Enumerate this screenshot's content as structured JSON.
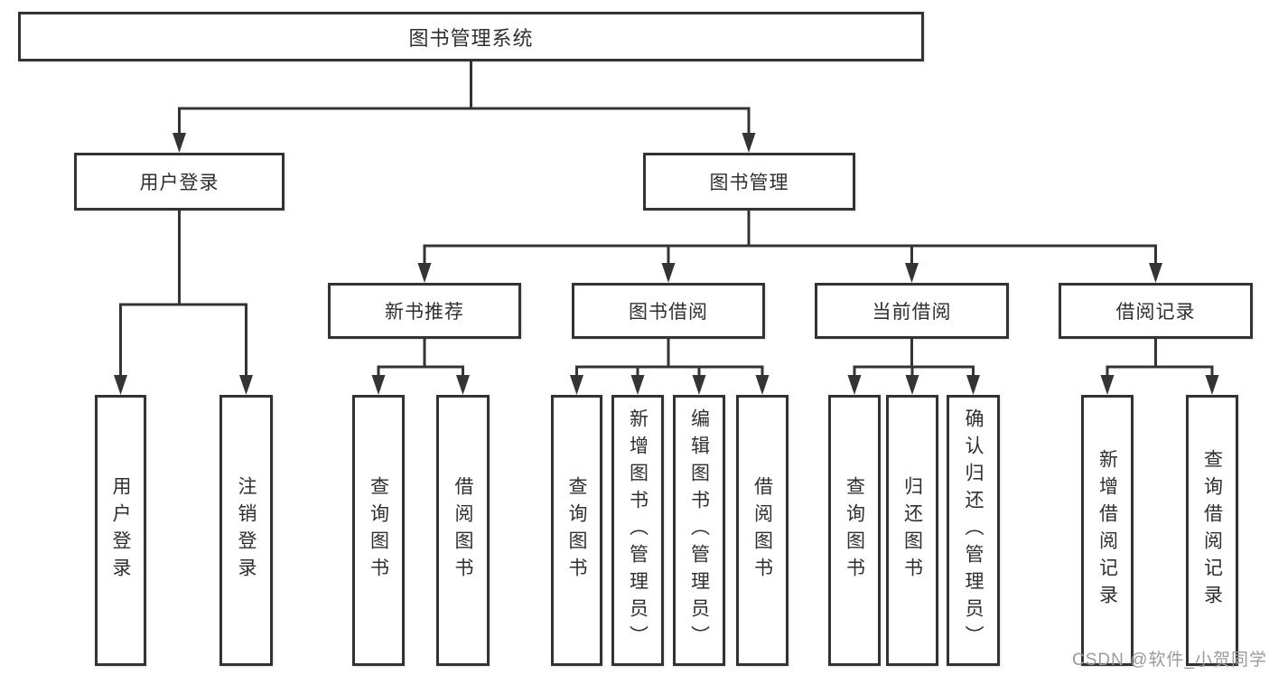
{
  "tree": {
    "root": "图书管理系统",
    "branches": [
      {
        "label": "用户登录",
        "children": [
          {
            "label": "用户登录"
          },
          {
            "label": "注销登录"
          }
        ]
      },
      {
        "label": "图书管理",
        "children": [
          {
            "label": "新书推荐",
            "children": [
              {
                "label": "查询图书"
              },
              {
                "label": "借阅图书"
              }
            ]
          },
          {
            "label": "图书借阅",
            "children": [
              {
                "label": "查询图书"
              },
              {
                "label": "新增图书（管理员）"
              },
              {
                "label": "编辑图书（管理员）"
              },
              {
                "label": "借阅图书"
              }
            ]
          },
          {
            "label": "当前借阅",
            "children": [
              {
                "label": "查询图书"
              },
              {
                "label": "归还图书"
              },
              {
                "label": "确认归还（管理员）"
              }
            ]
          },
          {
            "label": "借阅记录",
            "children": [
              {
                "label": "新增借阅记录"
              },
              {
                "label": "查询借阅记录"
              }
            ]
          }
        ]
      }
    ]
  },
  "watermark": "CSDN @软件_小贺同学",
  "colors": {
    "line": "#343434",
    "box_border": "#333333",
    "box_fill": "#ffffff",
    "text": "#2f2f2f",
    "watermark": "#9a9a9a",
    "background": "#ffffff"
  }
}
